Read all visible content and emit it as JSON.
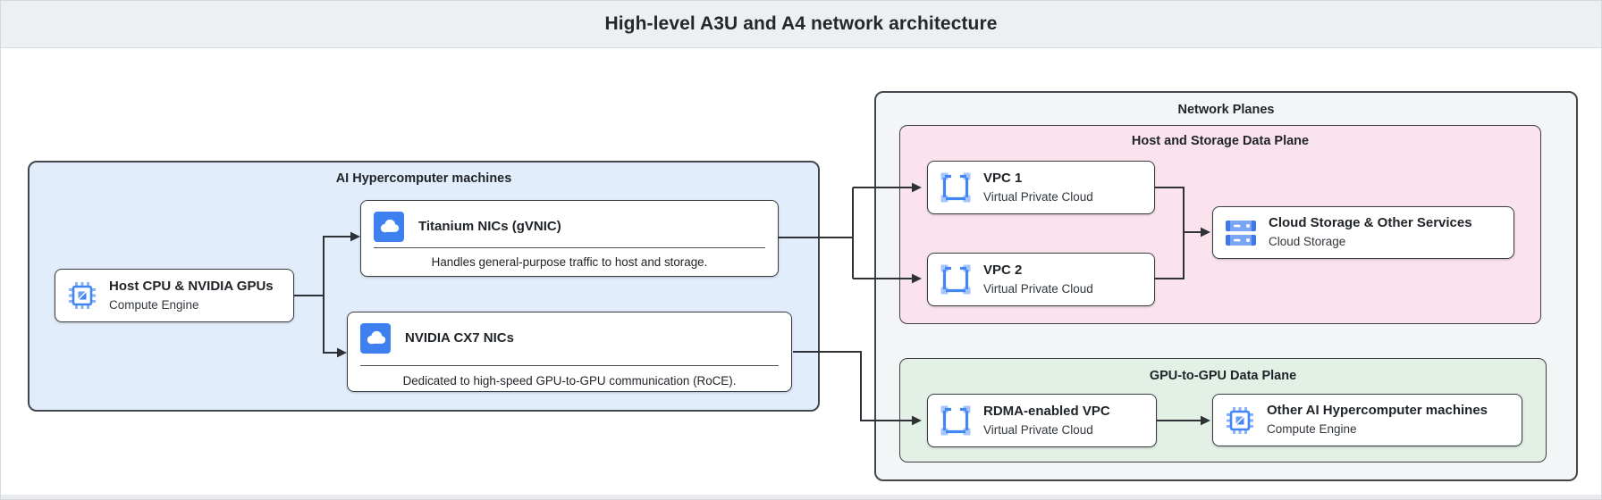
{
  "header": {
    "title": "High-level A3U and A4 network architecture"
  },
  "groups": {
    "ai": {
      "label": "AI Hypercomputer machines"
    },
    "network": {
      "label": "Network Planes"
    },
    "host_storage": {
      "label": "Host and Storage Data Plane"
    },
    "gpu": {
      "label": "GPU-to-GPU Data Plane"
    }
  },
  "nodes": {
    "host": {
      "title": "Host CPU & NVIDIA GPUs",
      "subtitle": "Compute Engine",
      "icon": "compute-engine-icon"
    },
    "titanium": {
      "title": "Titanium NICs (gVNIC)",
      "description": "Handles general-purpose traffic to host and storage.",
      "icon": "cloud-nic-icon"
    },
    "cx7": {
      "title": "NVIDIA CX7 NICs",
      "description": "Dedicated to high-speed GPU-to-GPU communication (RoCE).",
      "icon": "cloud-nic-icon"
    },
    "vpc1": {
      "title": "VPC 1",
      "subtitle": "Virtual Private Cloud",
      "icon": "vpc-icon"
    },
    "vpc2": {
      "title": "VPC 2",
      "subtitle": "Virtual Private Cloud",
      "icon": "vpc-icon"
    },
    "storage": {
      "title": "Cloud Storage & Other Services",
      "subtitle": "Cloud Storage",
      "icon": "cloud-storage-icon"
    },
    "rdma": {
      "title": "RDMA-enabled VPC",
      "subtitle": "Virtual Private Cloud",
      "icon": "vpc-icon"
    },
    "other": {
      "title": "Other AI Hypercomputer machines",
      "subtitle": "Compute Engine",
      "icon": "compute-engine-icon"
    }
  },
  "colors": {
    "google_blue": "#4285f4",
    "icon_light_blue": "#a6c5fa",
    "ai_box_fill": "#e1edfb",
    "network_box_fill": "#f4f5f6",
    "host_storage_fill": "#fae3ed",
    "gpu_plane_fill": "#e3f0e6",
    "connector": "#2e3236",
    "header_fill": "#edf0f2"
  }
}
